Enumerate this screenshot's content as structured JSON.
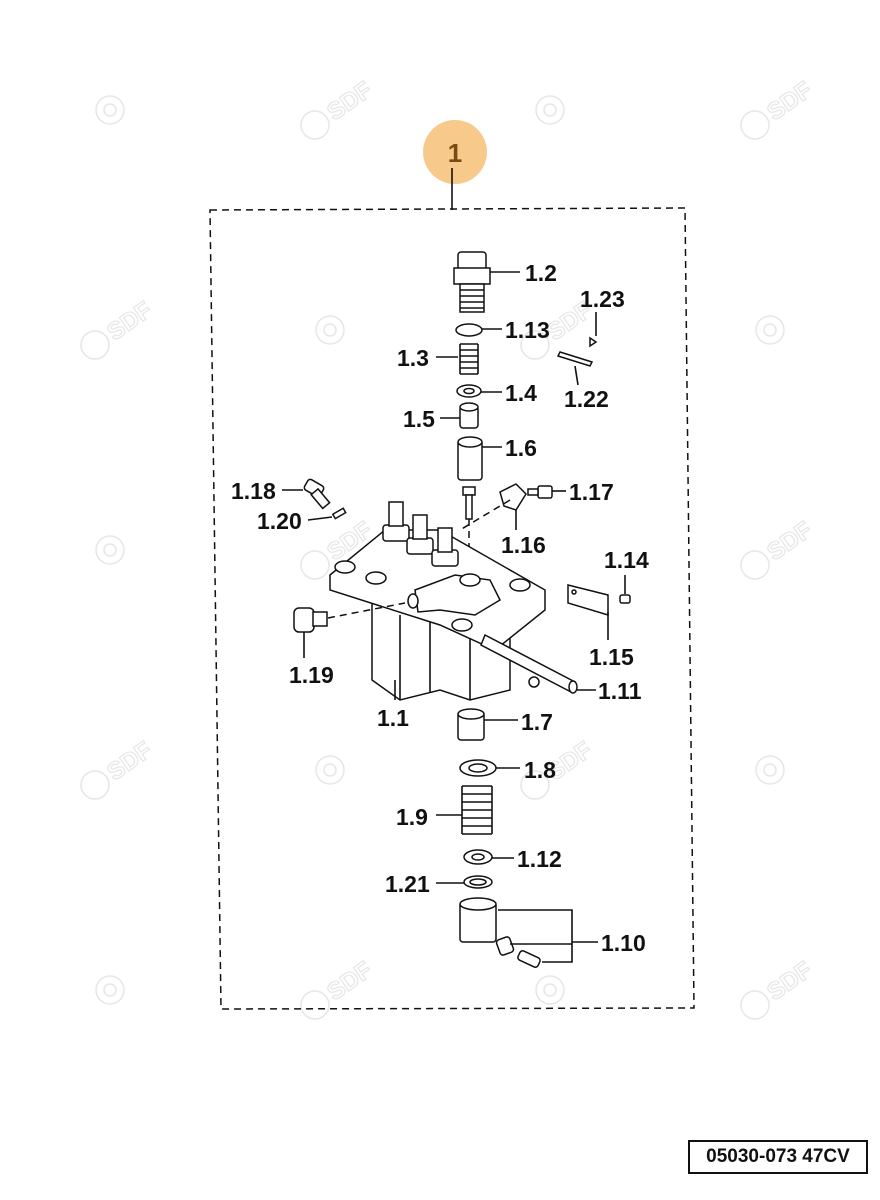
{
  "diagram": {
    "assembly_callout": "1",
    "callout_color": "#f7c98b",
    "callout_text_color": "#7a4a14",
    "watermark": "SDF",
    "drawing_code": "05030-073 47CV",
    "parts": {
      "p1_1": "1.1",
      "p1_2": "1.2",
      "p1_3": "1.3",
      "p1_4": "1.4",
      "p1_5": "1.5",
      "p1_6": "1.6",
      "p1_7": "1.7",
      "p1_8": "1.8",
      "p1_9": "1.9",
      "p1_10": "1.10",
      "p1_11": "1.11",
      "p1_12": "1.12",
      "p1_13": "1.13",
      "p1_14": "1.14",
      "p1_15": "1.15",
      "p1_16": "1.16",
      "p1_17": "1.17",
      "p1_18": "1.18",
      "p1_19": "1.19",
      "p1_20": "1.20",
      "p1_21": "1.21",
      "p1_22": "1.22",
      "p1_23": "1.23"
    }
  }
}
